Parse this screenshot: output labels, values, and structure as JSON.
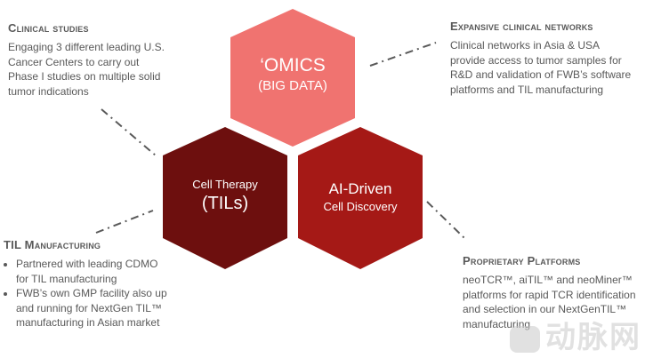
{
  "colors": {
    "omics": "#F07370",
    "cell_therapy": "#6D0F0E",
    "ai_driven": "#A51916",
    "connector": "#595959",
    "text": "#595959",
    "hex_text": "#FFFFFF"
  },
  "hexagons": {
    "omics": {
      "line1": "‘OMICS",
      "line2": "(BIG DATA)"
    },
    "cell_therapy": {
      "line1": "Cell Therapy",
      "line2": "(TILs)"
    },
    "ai_driven": {
      "line1": "AI-Driven",
      "line2": "Cell Discovery"
    }
  },
  "blocks": {
    "clinical_studies": {
      "title": "Clinical studies",
      "body": "Engaging 3 different leading U.S. Cancer Centers to carry out Phase I studies on multiple solid tumor indications"
    },
    "clinical_networks": {
      "title": "Expansive clinical networks",
      "body": "Clinical networks in Asia & USA provide access to tumor samples for R&D and validation of FWB’s software platforms and TIL manufacturing"
    },
    "til_manufacturing": {
      "title": "TIL Manufacturing",
      "bullets": [
        "Partnered with leading CDMO for TIL manufacturing",
        "FWB’s own GMP facility also up and running for NextGen TIL™ manufacturing in Asian market"
      ]
    },
    "proprietary_platforms": {
      "title": "Proprietary Platforms",
      "body": "neoTCR™, aiTIL™ and neoMiner™ platforms for rapid TCR identification and selection in our NextGenTIL™ manufacturing"
    }
  },
  "watermark": {
    "text": "动脉网",
    "icon": "watermark-logo-icon"
  }
}
